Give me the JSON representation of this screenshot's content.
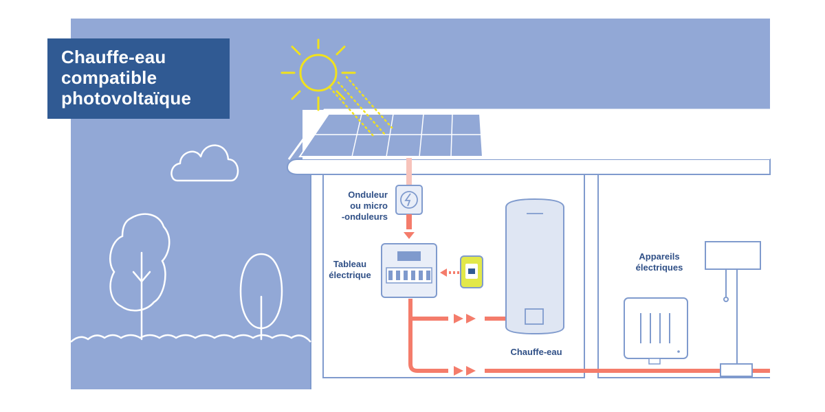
{
  "title": {
    "lines": [
      "Chauffe-eau",
      "compatible",
      "photovoltaïque"
    ]
  },
  "labels": {
    "inverter": [
      "Onduleur",
      "ou micro",
      "-onduleurs"
    ],
    "panel": [
      "Tableau",
      "électrique"
    ],
    "water_heater": "Chauffe-eau",
    "appliances": [
      "Appareils",
      "électriques"
    ]
  },
  "icons": {
    "sun": "sun-icon",
    "cloud": "cloud-icon",
    "solar_panel": "solar-panel-icon",
    "inverter": "inverter-icon",
    "electrical_panel": "electrical-panel-icon",
    "meter": "meter-icon",
    "water_heater": "water-heater-icon",
    "radiator": "radiator-icon",
    "wall_light": "wall-light-icon",
    "trees": "tree-icon"
  },
  "colors": {
    "sky": "#92a8d6",
    "roof": "#ffffff",
    "line": "#7f9acd",
    "label": "#2f4f86",
    "title_bg": "#305a93",
    "sun": "#f1e21d",
    "power_flow": "#f47c6b",
    "meter_body": "#e2e84a"
  }
}
